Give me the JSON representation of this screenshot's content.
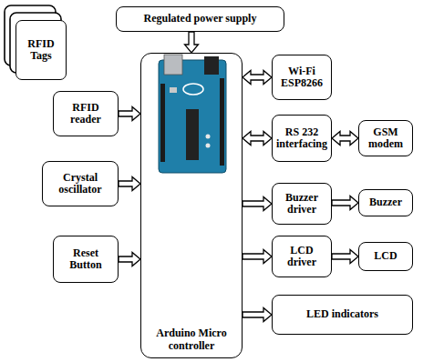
{
  "diagram": {
    "nodes": [
      {
        "text": [
          "RFID Tags"
        ]
      },
      {
        "text": [
          "Regulated power supply"
        ]
      },
      {
        "text": [
          "Arduino Micro controller"
        ]
      },
      {
        "text": [
          "Wi-Fi ESP8266"
        ]
      },
      {
        "text": [
          "RFID reader"
        ]
      },
      {
        "text": [
          "RS 232 interfacing"
        ]
      },
      {
        "text": [
          "GSM modem"
        ]
      },
      {
        "text": [
          "Crystal oscillator"
        ]
      },
      {
        "text": [
          "Buzzer driver"
        ]
      },
      {
        "text": [
          "Buzzer"
        ]
      },
      {
        "text": [
          "Reset Button"
        ]
      },
      {
        "text": [
          "LCD driver"
        ]
      },
      {
        "text": [
          "LCD"
        ]
      },
      {
        "text": [
          "LED indicators"
        ]
      }
    ],
    "edges": [
      {
        "from": 1,
        "to": 2,
        "arrow": "to"
      },
      {
        "from": 2,
        "to": 3,
        "arrow": "both"
      },
      {
        "from": 4,
        "to": 2,
        "arrow": "to"
      },
      {
        "from": 2,
        "to": 5,
        "arrow": "both"
      },
      {
        "from": 5,
        "to": 6,
        "arrow": "both"
      },
      {
        "from": 7,
        "to": 2,
        "arrow": "to"
      },
      {
        "from": 2,
        "to": 8,
        "arrow": "to"
      },
      {
        "from": 8,
        "to": 9,
        "arrow": "to"
      },
      {
        "from": 10,
        "to": 2,
        "arrow": "to"
      },
      {
        "from": 2,
        "to": 11,
        "arrow": "to"
      },
      {
        "from": 11,
        "to": 12,
        "arrow": "to"
      },
      {
        "from": 2,
        "to": 13,
        "arrow": "to"
      }
    ]
  }
}
